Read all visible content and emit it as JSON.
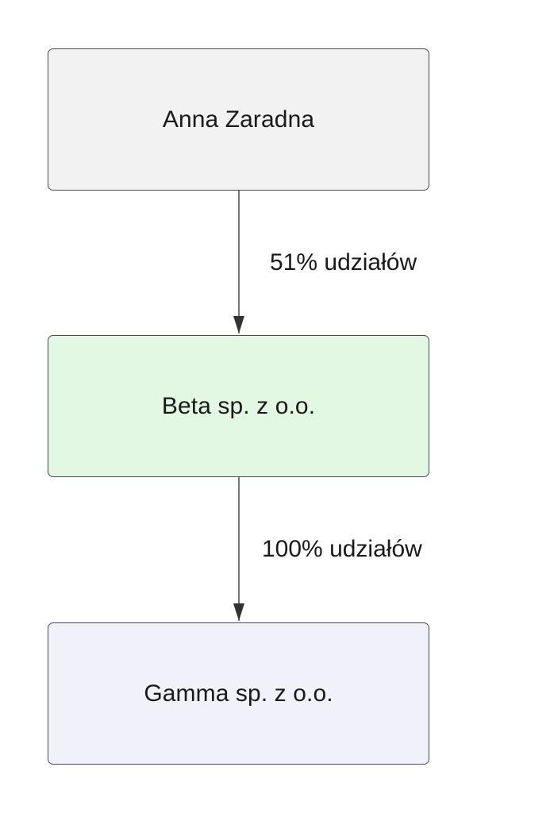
{
  "nodes": [
    {
      "label": "Anna Zaradna",
      "fill": "#f2f2f3"
    },
    {
      "label": "Beta sp. z o.o.",
      "fill": "#e3f8e3"
    },
    {
      "label": "Gamma sp. z o.o.",
      "fill": "#f1f1fc"
    }
  ],
  "edges": [
    {
      "label": "51% udziałów"
    },
    {
      "label": "100% udziałów"
    }
  ],
  "colors": {
    "stroke": "#4a4a4a",
    "text": "#1a1a1a",
    "background": "#ffffff"
  }
}
